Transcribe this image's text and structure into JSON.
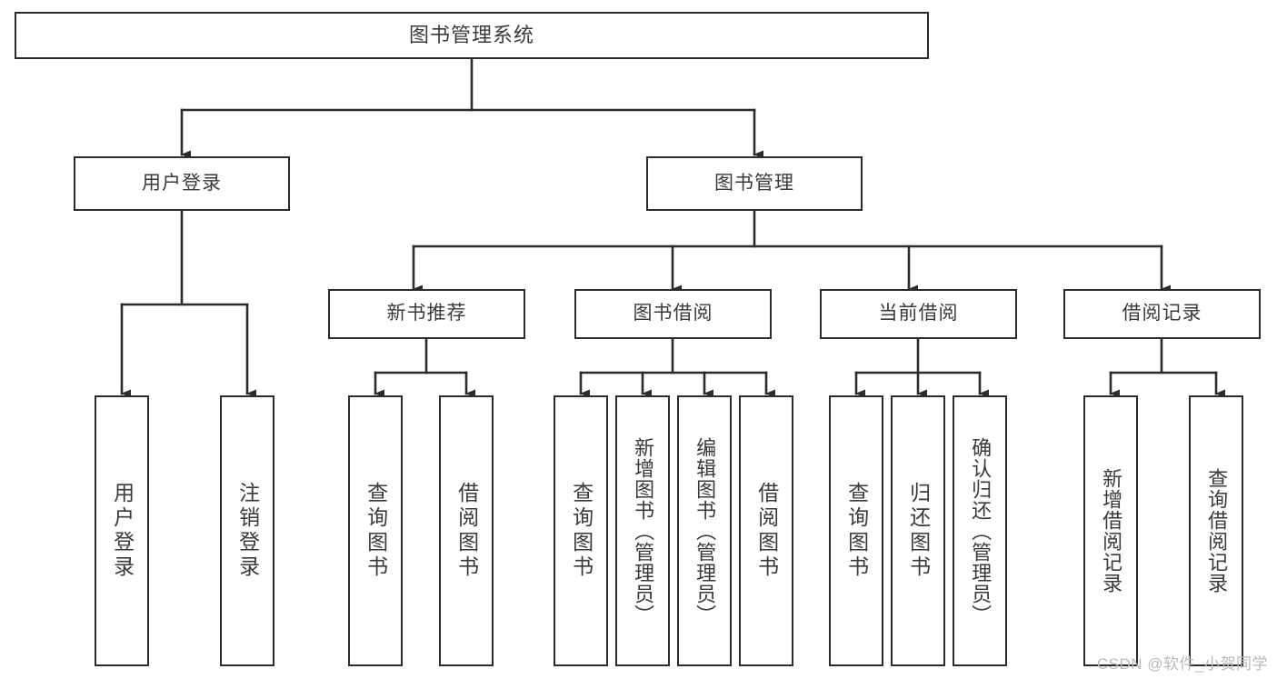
{
  "diagram": {
    "type": "tree",
    "title": "图书管理系统",
    "watermark": "CSDN @软件_小贺同学",
    "colors": {
      "box_border": "#2b2b2b",
      "box_fill": "#ffffff",
      "connector": "#2b2b2b",
      "text": "#3a3a3a",
      "watermark": "#b9b9b9",
      "background": "#ffffff"
    },
    "root": {
      "label": "图书管理系统"
    },
    "level2": [
      {
        "label": "用户登录"
      },
      {
        "label": "图书管理"
      }
    ],
    "level3": [
      {
        "label": "新书推荐"
      },
      {
        "label": "图书借阅"
      },
      {
        "label": "当前借阅"
      },
      {
        "label": "借阅记录"
      }
    ],
    "leaves": {
      "user_login": [
        {
          "label": "用户登录"
        },
        {
          "label": "注销登录"
        }
      ],
      "new_book": [
        {
          "label": "查询图书"
        },
        {
          "label": "借阅图书"
        }
      ],
      "book_borrow": [
        {
          "label": "查询图书"
        },
        {
          "label": "新增图书（管理员）"
        },
        {
          "label": "编辑图书（管理员）"
        },
        {
          "label": "借阅图书"
        }
      ],
      "current_borrow": [
        {
          "label": "查询图书"
        },
        {
          "label": "归还图书"
        },
        {
          "label": "确认归还（管理员）"
        }
      ],
      "borrow_record": [
        {
          "label": "新增借阅记录"
        },
        {
          "label": "查询借阅记录"
        }
      ]
    }
  }
}
